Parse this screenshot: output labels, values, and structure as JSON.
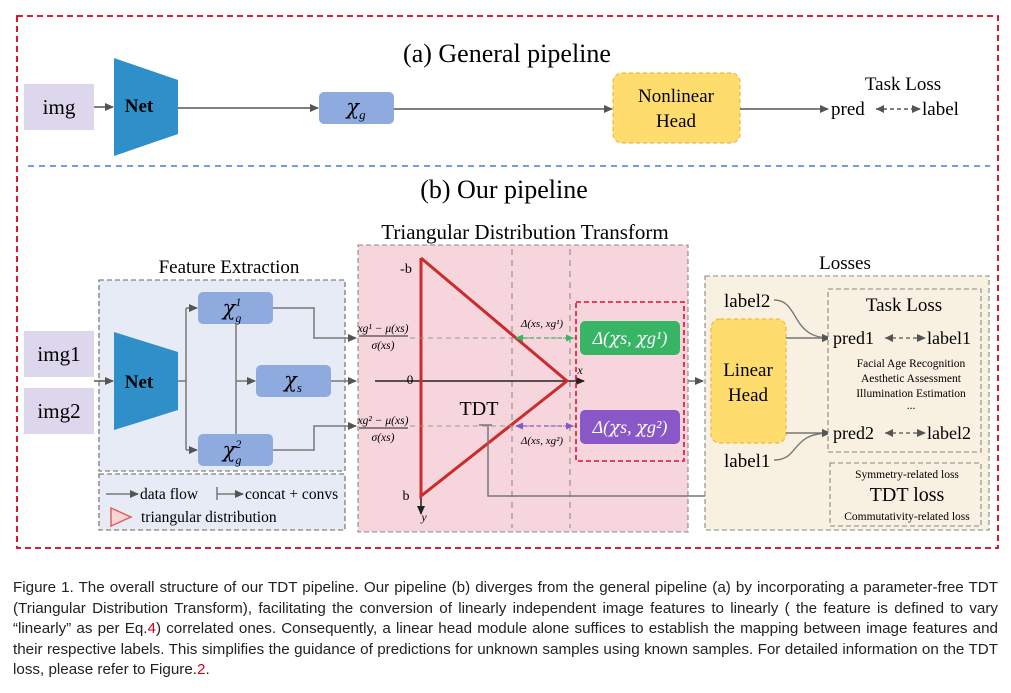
{
  "panel_a": {
    "title": "(a) General pipeline",
    "input": "img",
    "net": "Net",
    "feature": "𝜒",
    "feature_sub": "g",
    "head_line1": "Nonlinear",
    "head_line2": "Head",
    "task_loss": "Task Loss",
    "pred": "pred",
    "label": "label"
  },
  "panel_b": {
    "title": "(b) Our pipeline",
    "feature_extraction": {
      "title": "Feature Extraction",
      "input1": "img1",
      "input2": "img2",
      "net": "Net",
      "f1": "𝜒",
      "f1_sub": "g",
      "f1_sup": "1",
      "fs": "𝜒",
      "fs_sub": "s",
      "f2": "𝜒",
      "f2_sub": "g",
      "f2_sup": "2"
    },
    "legend": {
      "data_flow": "data flow",
      "concat": "concat + convs",
      "triangular": "triangular distribution"
    },
    "tdt": {
      "title": "Triangular Distribution Transform",
      "neg_b": "-b",
      "zero": "0",
      "pos_b": "b",
      "y_axis": "y",
      "x_axis": "x",
      "label": "TDT",
      "norm1_num": "xg¹ − μ(xs)",
      "norm1_den": "σ(xs)",
      "norm2_num": "xg² − μ(xs)",
      "norm2_den": "σ(xs)",
      "delta_small_1": "Δ(xs, xg¹)",
      "delta_small_2": "Δ(xs, xg²)",
      "delta_big_1": "Δ(𝜒s, 𝜒g¹)",
      "delta_big_2": "Δ(𝜒s, 𝜒g²)"
    },
    "losses": {
      "title": "Losses",
      "label2": "label2",
      "label1": "label1",
      "head_line1": "Linear",
      "head_line2": "Head",
      "task_loss": "Task Loss",
      "pred1": "pred1",
      "label1_r": "label1",
      "pred2": "pred2",
      "label2_r": "label2",
      "tasks": [
        "Facial Age Recognition",
        "Aesthetic Assessment",
        "Illumination Estimation",
        "..."
      ],
      "symmetry": "Symmetry-related loss",
      "tdt_loss": "TDT loss",
      "commutativity": "Commutativity-related loss"
    }
  },
  "caption": {
    "part1": "Figure 1. The overall structure of our TDT pipeline. Our pipeline (b) diverges from the general pipeline (a) by incorporating a parameter-free TDT (Triangular Distribution Transform), facilitating the conversion of linearly independent image features to linearly ( the feature is defined to vary “linearly” as per Eq.",
    "eq_ref": "4",
    "part2": ") correlated ones. Consequently, a linear head module alone suffices to establish the mapping between image features and their respective labels. This simplifies the guidance of predictions for unknown samples using known samples. For detailed information on the TDT loss, please refer to Figure.",
    "fig_ref": "2",
    "part3": "."
  },
  "colors": {
    "frame_red": "#d4001a",
    "divider_blue": "#4a7fd0",
    "net_blue": "#2f8fc9",
    "feature_blue": "#8eaadf",
    "input_lavender": "#dcd7ec",
    "head_yellow": "#fedd6e",
    "tdt_pink": "#f7d5dc",
    "triangle_red": "#cc2b2b",
    "losses_beige": "#f8f0e0",
    "green": "#37b464",
    "purple": "#8a57c8"
  }
}
